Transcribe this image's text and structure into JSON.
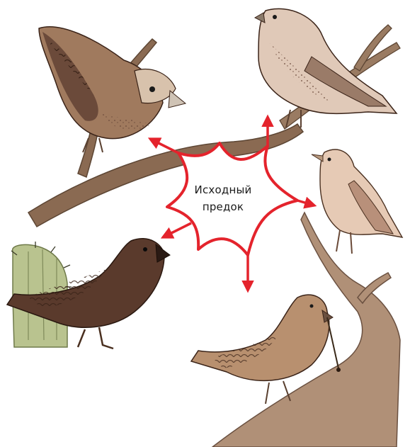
{
  "center": {
    "line1": "Исходный",
    "line2": "предок"
  },
  "colors": {
    "arrow": "#e4232c",
    "background": "#ffffff",
    "branch": "#8a6a52",
    "bird_dark": "#4a2e22",
    "bird_light": "#dcc3b0"
  },
  "birds": [
    {
      "icon": "large-beaked-finch-icon",
      "position_word": "top-left"
    },
    {
      "icon": "grey-warbler-finch-icon",
      "position_word": "top-right"
    },
    {
      "icon": "pale-small-finch-icon",
      "position_word": "right"
    },
    {
      "icon": "cactus-ground-finch-icon",
      "position_word": "bottom-left"
    },
    {
      "icon": "woodpecker-finch-icon",
      "position_word": "bottom-right"
    }
  ]
}
